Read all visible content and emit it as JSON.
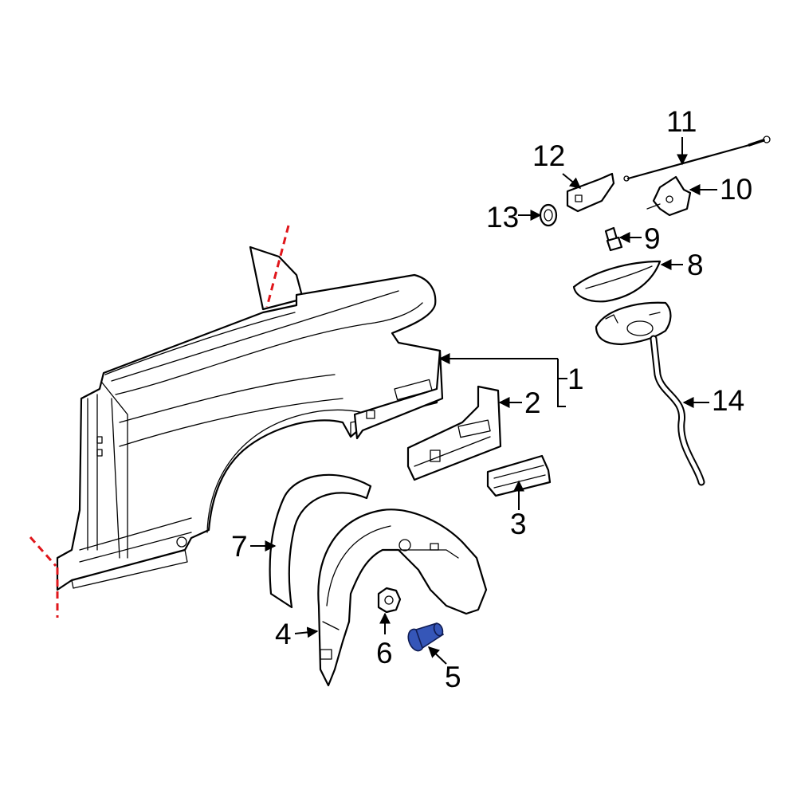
{
  "callouts": [
    {
      "id": "1",
      "label": "1"
    },
    {
      "id": "2",
      "label": "2"
    },
    {
      "id": "3",
      "label": "3"
    },
    {
      "id": "4",
      "label": "4"
    },
    {
      "id": "5",
      "label": "5"
    },
    {
      "id": "6",
      "label": "6"
    },
    {
      "id": "7",
      "label": "7"
    },
    {
      "id": "8",
      "label": "8"
    },
    {
      "id": "9",
      "label": "9"
    },
    {
      "id": "10",
      "label": "10"
    },
    {
      "id": "11",
      "label": "11"
    },
    {
      "id": "12",
      "label": "12"
    },
    {
      "id": "13",
      "label": "13"
    },
    {
      "id": "14",
      "label": "14"
    }
  ],
  "colors": {
    "line": "#000000",
    "background": "#ffffff",
    "cut_line": "#e0161b",
    "highlight_part": "#3556b8"
  },
  "highlighted_part": "5"
}
